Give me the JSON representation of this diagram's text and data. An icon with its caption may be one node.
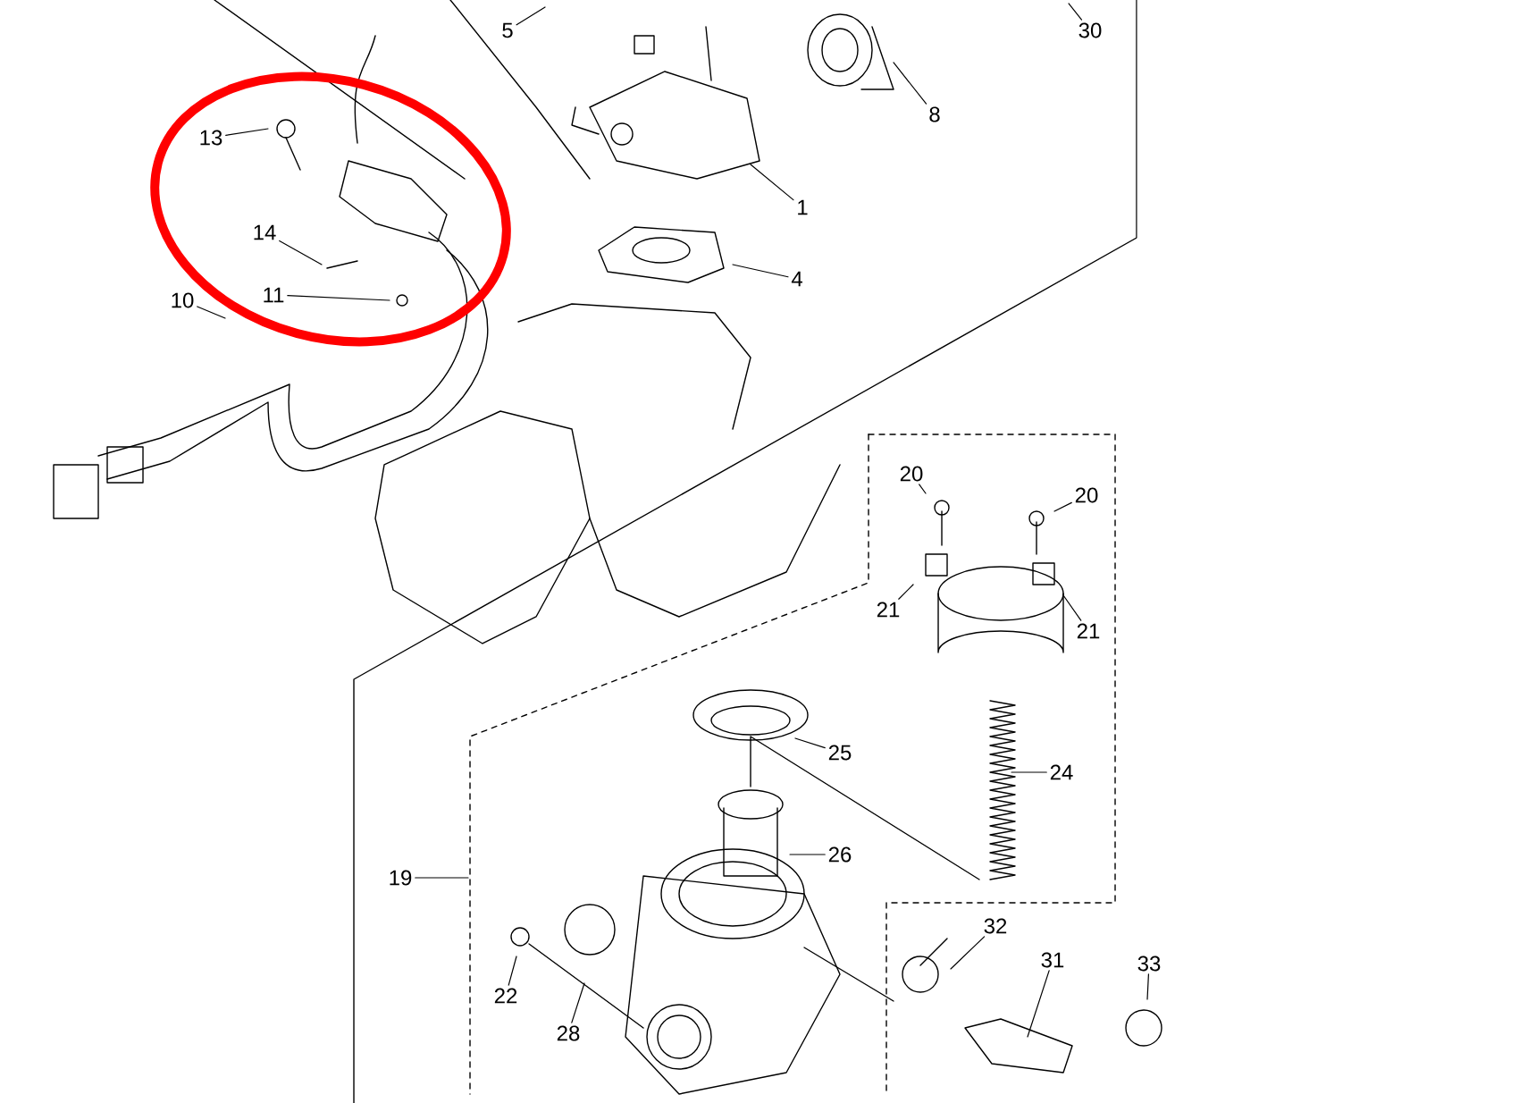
{
  "diagram": {
    "nodes": [
      {
        "text": [
          "5"
        ]
      },
      {
        "text": [
          "30"
        ]
      },
      {
        "text": [
          "8"
        ]
      },
      {
        "text": [
          "13"
        ]
      },
      {
        "text": [
          "1"
        ]
      },
      {
        "text": [
          "14"
        ]
      },
      {
        "text": [
          "4"
        ]
      },
      {
        "text": [
          "10"
        ]
      },
      {
        "text": [
          "11"
        ]
      },
      {
        "text": [
          "20"
        ]
      },
      {
        "text": [
          "20"
        ]
      },
      {
        "text": [
          "21"
        ]
      },
      {
        "text": [
          "21"
        ]
      },
      {
        "text": [
          "25"
        ]
      },
      {
        "text": [
          "24"
        ]
      },
      {
        "text": [
          "26"
        ]
      },
      {
        "text": [
          "19"
        ]
      },
      {
        "text": [
          "32"
        ]
      },
      {
        "text": [
          "31"
        ]
      },
      {
        "text": [
          "33"
        ]
      },
      {
        "text": [
          "22"
        ]
      },
      {
        "text": [
          "28"
        ]
      }
    ],
    "edges": [
      {
        "from": 0,
        "to": null,
        "arrow": "none"
      },
      {
        "from": 1,
        "to": null,
        "arrow": "none"
      },
      {
        "from": 2,
        "to": null,
        "arrow": "none"
      },
      {
        "from": 3,
        "to": null,
        "arrow": "none"
      },
      {
        "from": 4,
        "to": null,
        "arrow": "none"
      },
      {
        "from": 5,
        "to": null,
        "arrow": "none"
      },
      {
        "from": 6,
        "to": null,
        "arrow": "none"
      },
      {
        "from": 7,
        "to": null,
        "arrow": "none"
      },
      {
        "from": 8,
        "to": null,
        "arrow": "none"
      },
      {
        "from": 9,
        "to": null,
        "arrow": "none"
      },
      {
        "from": 10,
        "to": null,
        "arrow": "none"
      },
      {
        "from": 11,
        "to": null,
        "arrow": "none"
      },
      {
        "from": 12,
        "to": null,
        "arrow": "none"
      },
      {
        "from": 13,
        "to": null,
        "arrow": "none"
      },
      {
        "from": 14,
        "to": null,
        "arrow": "none"
      },
      {
        "from": 15,
        "to": null,
        "arrow": "none"
      },
      {
        "from": 16,
        "to": null,
        "arrow": "none"
      },
      {
        "from": 17,
        "to": null,
        "arrow": "none"
      },
      {
        "from": 18,
        "to": null,
        "arrow": "none"
      },
      {
        "from": 19,
        "to": null,
        "arrow": "none"
      },
      {
        "from": 20,
        "to": null,
        "arrow": "none"
      },
      {
        "from": 21,
        "to": null,
        "arrow": "none"
      }
    ]
  }
}
